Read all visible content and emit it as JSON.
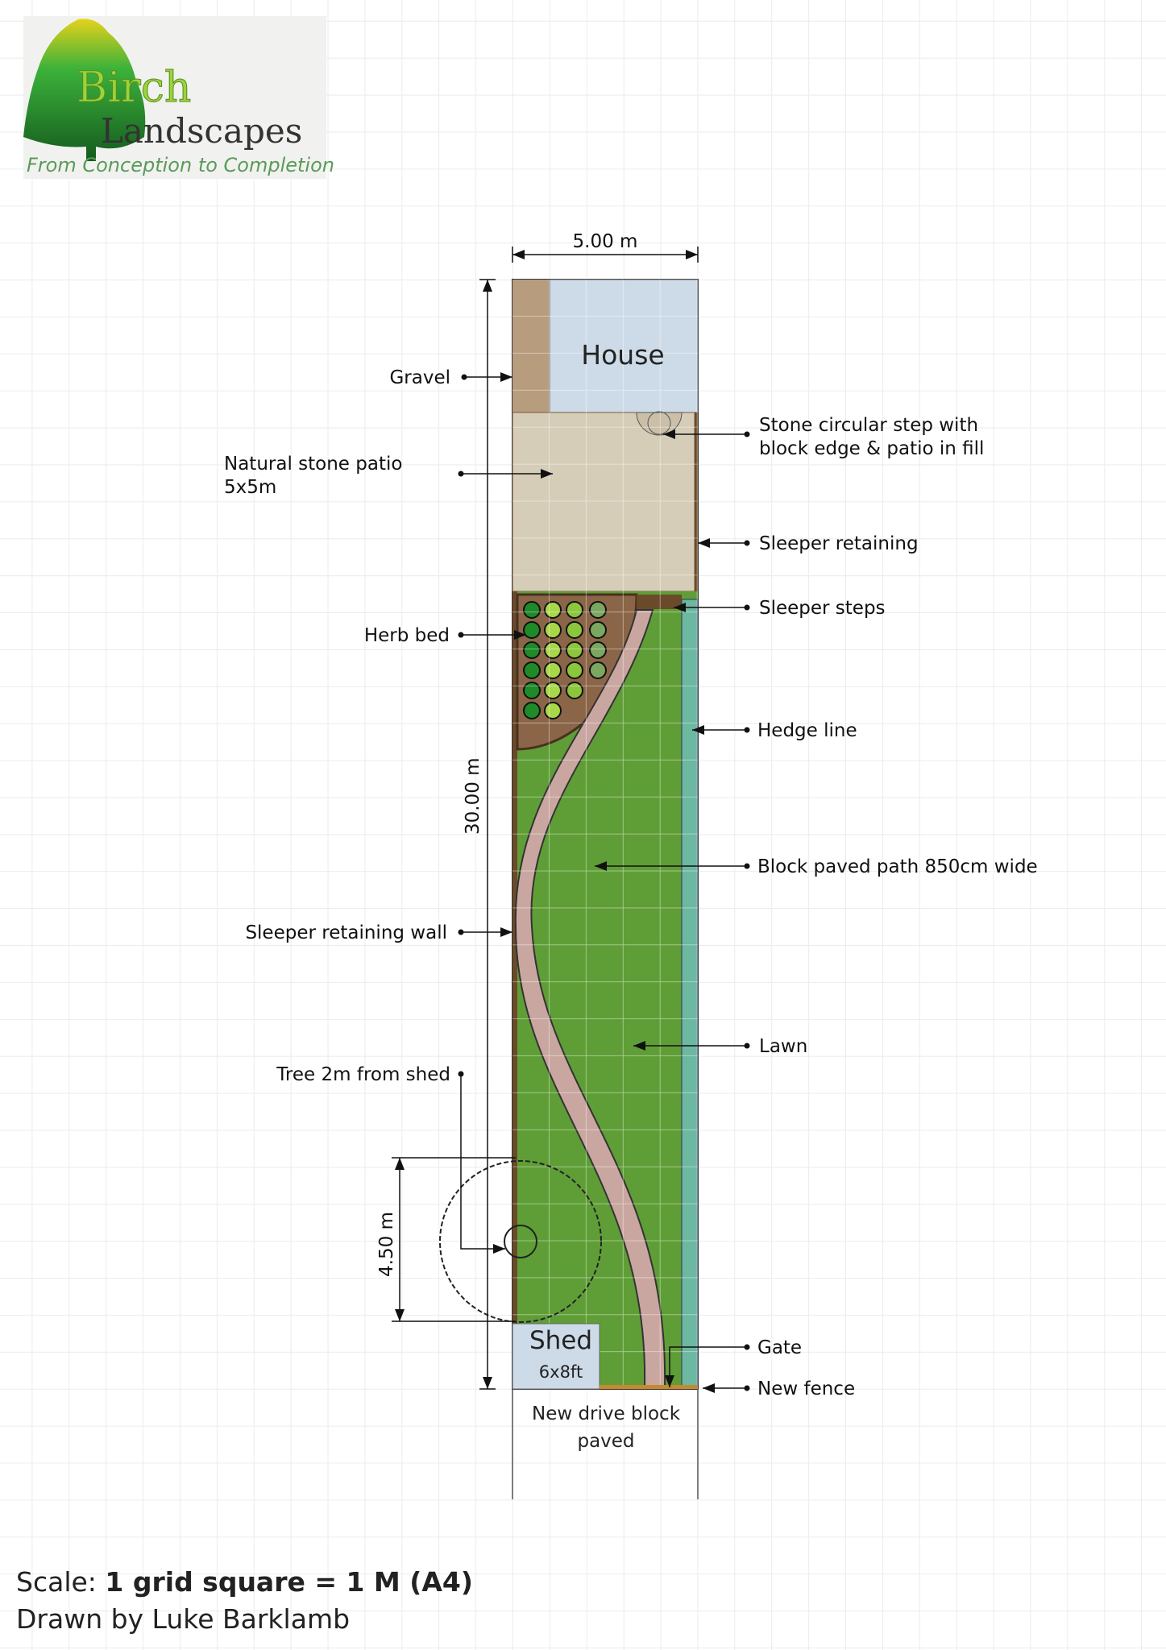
{
  "logo": {
    "line1": "Birch",
    "line2": "Landscapes",
    "tagline": "From Conception to Completion"
  },
  "dimensions": {
    "width": "5.00 m",
    "length": "30.00 m",
    "tree_spread": "4.50 m"
  },
  "areas": {
    "house": "House",
    "shed": "Shed",
    "shed_size": "6x8ft",
    "drive_line1": "New drive block",
    "drive_line2": "paved"
  },
  "labels": {
    "gravel": "Gravel",
    "patio_line1": "Natural stone patio",
    "patio_line2": "5x5m",
    "step_line1": "Stone circular step with",
    "step_line2": "block edge & patio in fill",
    "sleeper_retaining": "Sleeper retaining",
    "sleeper_steps": "Sleeper steps",
    "herb_bed": "Herb bed",
    "hedge_line": "Hedge line",
    "path": "Block paved path 850cm wide",
    "retaining_wall": "Sleeper retaining wall",
    "lawn": "Lawn",
    "tree": "Tree 2m from shed",
    "gate": "Gate",
    "new_fence": "New fence"
  },
  "footer": {
    "scale_prefix": "Scale: ",
    "scale_value": "1 grid square = 1 M (A4)",
    "drawn_by": "Drawn by Luke Barklamb"
  }
}
